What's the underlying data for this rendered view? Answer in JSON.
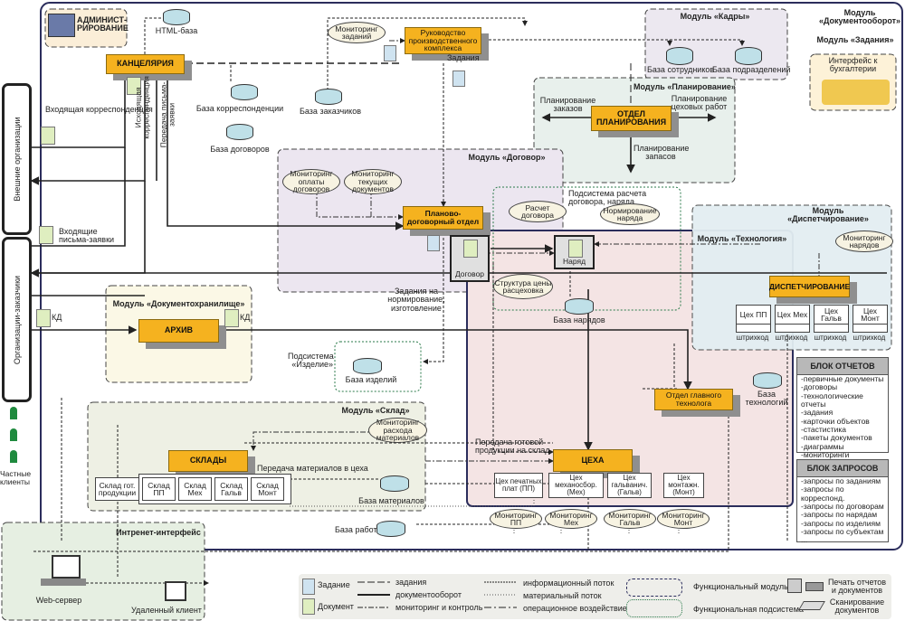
{
  "admin": {
    "label": "АДМИНИСТ-\nРИРОВАНИЕ"
  },
  "nodes": {
    "kanc": "КАНЦЕЛЯРИЯ",
    "rukov": "Руководство производственного комплекса",
    "otdel_plan": "ОТДЕЛ ПЛАНИРОВАНИЯ",
    "plan_dog": "Планово-договорный отдел",
    "arhiv": "АРХИВ",
    "disp": "ДИСПЕТЧИРОВАНИЕ",
    "tehnolog": "Отдел главного технолога",
    "sklady": "СКЛАДЫ",
    "ceha": "ЦЕХА"
  },
  "databases": {
    "html": "HTML-база",
    "korr": "База корреспонденции",
    "dogovorov": "База договоров",
    "zakazchikov": "База заказчиков",
    "sotr": "База сотрудников",
    "podr": "База подразделений",
    "naryadov": "База нарядов",
    "izdeliy": "База изделий",
    "tehnologiy": "База технологий",
    "materialov": "База материалов",
    "rabot": "База работ"
  },
  "modules": {
    "kadry": "Модуль «Кадры»",
    "docflow": "Модуль «Документооборот»",
    "zadaniya": "Модуль «Задания»",
    "buh": "Интерфейс к бухгалтерии",
    "planirovanie": "Модуль «Планирование»",
    "dogovor": "Модуль «Договор»",
    "dispatch": "Модуль «Диспетчирование»",
    "tehnologiya": "Модуль «Технология»",
    "dochran": "Модуль «Документохранилище»",
    "sklad": "Модуль «Склад»",
    "internet": "Интренет-интерфейс",
    "sub_calc": "Подсистема расчета договора, наряда",
    "sub_izd": "Подсистема «Изделие»"
  },
  "ellipses": {
    "mon_zad": "Мониторинг заданий",
    "mon_opl": "Мониторинг оплаты договоров",
    "mon_tek": "Мониторинг текущих документов",
    "rasch": "Расчет договора",
    "norm": "Нормирование наряда",
    "strukt": "Структура цены расцеховка",
    "mon_nar": "Мониторинг нарядов",
    "mon_mat": "Мониторинг расхода материалов",
    "mon_pp": "Мониторинг ПП",
    "mon_meh": "Мониторинг Мех",
    "mon_galv": "Мониторинг Гальв",
    "mon_mont": "Мониторинг Монт"
  },
  "labels": {
    "vh_korr": "Входящая корреспонденция",
    "ish_korr": "Исходящая корреспонденция",
    "pered": "Передача письма-заявки",
    "vh_pisma": "Входящие письма-заявки",
    "kd": "КД",
    "zadaniya": "Задания",
    "plan_zak": "Планирование заказов",
    "plan_ceh": "Планирование цеховых работ",
    "plan_zap": "Планирование запасов",
    "zad_norm": "Задания на нормирование, изготовление",
    "dogovor_doc": "Договор",
    "naryad_doc": "Наряд",
    "pered_mat": "Передача  материалов в цеха",
    "pered_gotov": "Передача  готовой продукции на склад",
    "web": "Web-сервер",
    "remote": "Удаленный клиент",
    "chastnye": "Частные клиенты"
  },
  "side": {
    "vnesh": "Внешние организации",
    "zakaz": "Организации-заказчики"
  },
  "disp_shops": [
    {
      "name": "Цех ПП",
      "code": "штрихкод"
    },
    {
      "name": "Цех Мех",
      "code": "штрихкод"
    },
    {
      "name": "Цех Гальв",
      "code": "штрихкод"
    },
    {
      "name": "Цех Монт",
      "code": "штрихкод"
    }
  ],
  "warehouses": {
    "gotov": "Склад гот. продукции",
    "items": [
      "Склад ПП",
      "Склад Мех",
      "Склад Гальв",
      "Склад Монт"
    ]
  },
  "shops": [
    "Цех печатных плат (ПП)",
    "Цех механосбор. (Мех)",
    "Цех гальванич. (Гальв)",
    "Цех монтажн. (Монт)"
  ],
  "reports": {
    "title": "БЛОК ОТЧЕТОВ",
    "items": [
      "первичные документы",
      "договоры",
      "технологические отчеты",
      "задания",
      "карточки объектов",
      "стастистика",
      "пакеты документов",
      "диаграммы",
      "мониторинги"
    ]
  },
  "queries": {
    "title": "БЛОК ЗАПРОСОВ",
    "items": [
      "запросы по заданиям",
      "запросы по корреспонд.",
      "запросы по договорам",
      "запросы по нарядам",
      "запросы по изделиям",
      "запросы по субъектам",
      "..."
    ]
  },
  "legend": {
    "task": "Задание",
    "doc": "Документ",
    "l1": "задания",
    "l2": "документооборот",
    "l3": "мониторинг и контроль",
    "l4": "информационный поток",
    "l5": "материальный поток",
    "l6": "операционное воздействие",
    "fm": "Функциональный модуль",
    "fs": "Функциональная подсистема",
    "print": "Печать отчетов и документов",
    "scan": "Сканирование документов"
  },
  "colors": {
    "node": "#f5b21f",
    "frame": "#2b2d5c",
    "db": "#bfe0e8",
    "doc": "#dfeec0"
  }
}
